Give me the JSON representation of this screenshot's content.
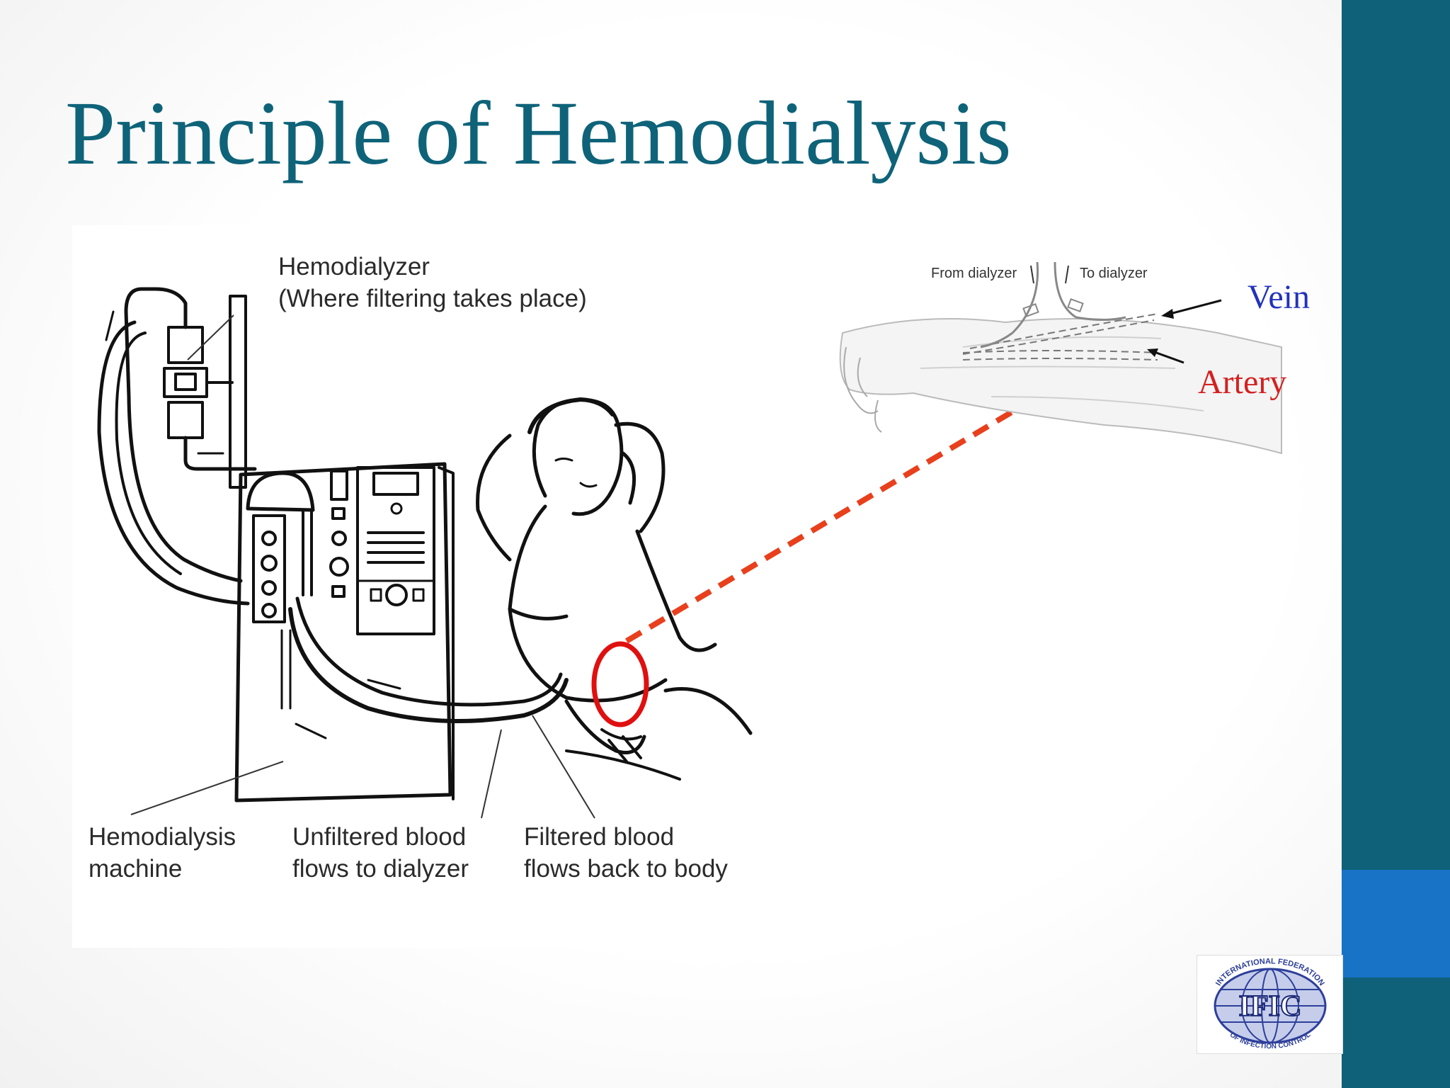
{
  "title": "Principle of Hemodialysis",
  "labels": {
    "hemodialyzer": "Hemodialyzer",
    "hemodialyzer_note": "(Where filtering takes place)",
    "machine_line1": "Hemodialysis",
    "machine_line2": "machine",
    "unfiltered_line1": "Unfiltered blood",
    "unfiltered_line2": "flows to dialyzer",
    "filtered_line1": "Filtered blood",
    "filtered_line2": "flows back to body",
    "from_dialyzer": "From dialyzer",
    "to_dialyzer": "To dialyzer",
    "vein": "Vein",
    "artery": "Artery"
  },
  "logo": {
    "text": "IFIC",
    "arc_top": "INTERNATIONAL FEDERATION",
    "arc_bottom": "OF INFECTION CONTROL"
  },
  "colors": {
    "title": "#0e6379",
    "sidebar": "#0e6179",
    "sidebar_accent": "#1872c6",
    "vein": "#2233bb",
    "artery": "#d42020",
    "pointer_arrow": "#e8401c",
    "highlight_circle": "#e01010"
  }
}
